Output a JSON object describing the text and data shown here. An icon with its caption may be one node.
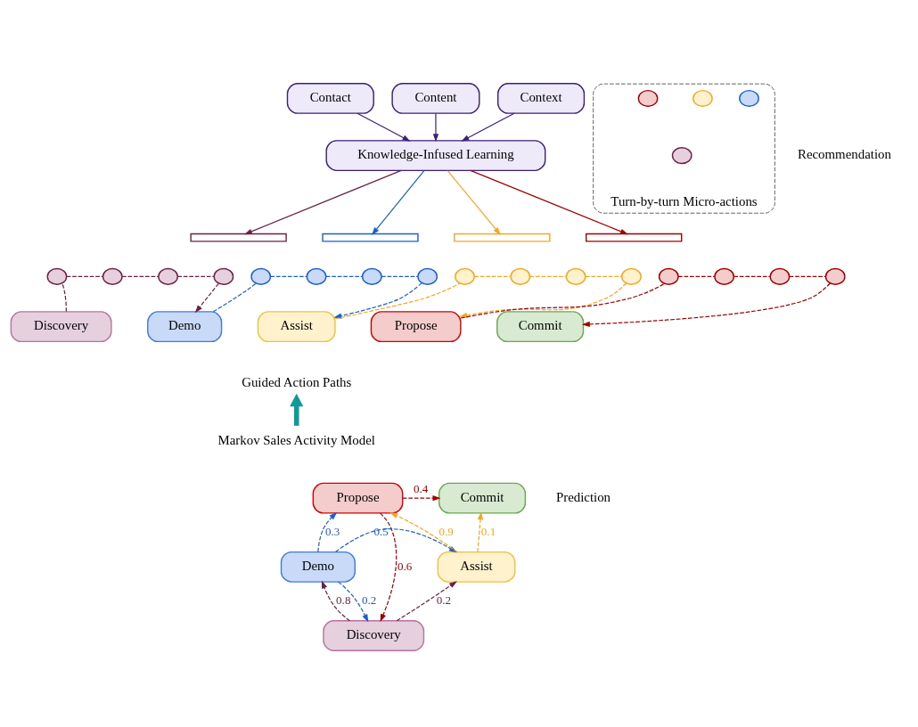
{
  "diagram": {
    "nodes": [
      {
        "text": [
          "Contact"
        ]
      },
      {
        "text": [
          "Content"
        ]
      },
      {
        "text": [
          "Context"
        ]
      },
      {
        "text": [
          "Knowledge-Infused Learning"
        ]
      },
      {
        "text": [
          "Turn-by-turn Micro-actions"
        ]
      },
      {
        "text": [],
        "shape": "circle",
        "in": 4
      },
      {
        "text": [],
        "shape": "circle",
        "in": 4
      },
      {
        "text": [],
        "shape": "circle",
        "in": 4
      },
      {
        "text": [],
        "shape": "circle",
        "in": 4
      },
      {
        "text": [],
        "shape": "bracket"
      },
      {
        "text": [],
        "shape": "bracket"
      },
      {
        "text": [],
        "shape": "bracket"
      },
      {
        "text": [],
        "shape": "bracket"
      },
      {
        "text": [],
        "shape": "circle"
      },
      {
        "text": [],
        "shape": "circle"
      },
      {
        "text": [],
        "shape": "circle"
      },
      {
        "text": [],
        "shape": "circle"
      },
      {
        "text": [],
        "shape": "circle"
      },
      {
        "text": [],
        "shape": "circle"
      },
      {
        "text": [],
        "shape": "circle"
      },
      {
        "text": [],
        "shape": "circle"
      },
      {
        "text": [],
        "shape": "circle"
      },
      {
        "text": [],
        "shape": "circle"
      },
      {
        "text": [],
        "shape": "circle"
      },
      {
        "text": [],
        "shape": "circle"
      },
      {
        "text": [],
        "shape": "circle"
      },
      {
        "text": [],
        "shape": "circle"
      },
      {
        "text": [],
        "shape": "circle"
      },
      {
        "text": [],
        "shape": "circle"
      },
      {
        "text": [
          "Discovery"
        ]
      },
      {
        "text": [
          "Demo"
        ]
      },
      {
        "text": [
          "Assist"
        ]
      },
      {
        "text": [
          "Propose"
        ]
      },
      {
        "text": [
          "Commit"
        ]
      },
      {
        "text": [
          "Guided Action Paths"
        ]
      },
      {
        "text": [
          "Markov Sales Activity Model"
        ]
      },
      {
        "text": [
          "Propose"
        ]
      },
      {
        "text": [
          "Commit"
        ]
      },
      {
        "text": [
          "Demo"
        ]
      },
      {
        "text": [
          "Assist"
        ]
      },
      {
        "text": [
          "Discovery"
        ]
      }
    ],
    "edges": [
      {
        "from": 0,
        "to": 3,
        "arrow": "to",
        "color": "#3b1f7a"
      },
      {
        "from": 1,
        "to": 3,
        "arrow": "to",
        "color": "#3b1f7a"
      },
      {
        "from": 2,
        "to": 3,
        "arrow": "to",
        "color": "#3b1f7a"
      },
      {
        "from": 3,
        "to": 9,
        "arrow": "to",
        "color": "#6d1f45"
      },
      {
        "from": 3,
        "to": 10,
        "arrow": "to",
        "color": "#1a5fd0"
      },
      {
        "from": 3,
        "to": 11,
        "arrow": "to",
        "color": "#f5a623"
      },
      {
        "from": 3,
        "to": 12,
        "arrow": "to",
        "color": "#a00000"
      },
      {
        "from": 29,
        "to": 13,
        "arrow": "none",
        "style": "dashed",
        "color": "#6d1f45"
      },
      {
        "from": 13,
        "to": 14,
        "arrow": "none",
        "style": "dashed",
        "color": "#6d1f45"
      },
      {
        "from": 14,
        "to": 15,
        "arrow": "none",
        "style": "dashed",
        "color": "#6d1f45"
      },
      {
        "from": 15,
        "to": 16,
        "arrow": "none",
        "style": "dashed",
        "color": "#6d1f45"
      },
      {
        "from": 16,
        "to": 30,
        "arrow": "to",
        "style": "dashed",
        "color": "#6d1f45"
      },
      {
        "from": 30,
        "to": 17,
        "arrow": "none",
        "style": "dashed",
        "color": "#1a5fd0"
      },
      {
        "from": 17,
        "to": 18,
        "arrow": "none",
        "style": "dashed",
        "color": "#1a5fd0"
      },
      {
        "from": 18,
        "to": 19,
        "arrow": "none",
        "style": "dashed",
        "color": "#1a5fd0"
      },
      {
        "from": 19,
        "to": 20,
        "arrow": "none",
        "style": "dashed",
        "color": "#1a5fd0"
      },
      {
        "from": 20,
        "to": 31,
        "arrow": "to",
        "style": "dashed",
        "color": "#1a5fd0"
      },
      {
        "from": 31,
        "to": 21,
        "arrow": "none",
        "style": "dashed",
        "color": "#f5a623"
      },
      {
        "from": 21,
        "to": 22,
        "arrow": "none",
        "style": "dashed",
        "color": "#f5a623"
      },
      {
        "from": 22,
        "to": 23,
        "arrow": "none",
        "style": "dashed",
        "color": "#f5a623"
      },
      {
        "from": 23,
        "to": 24,
        "arrow": "none",
        "style": "dashed",
        "color": "#f5a623"
      },
      {
        "from": 24,
        "to": 32,
        "arrow": "to",
        "style": "dashed",
        "color": "#f5a623"
      },
      {
        "from": 32,
        "to": 25,
        "arrow": "none",
        "style": "dashed",
        "color": "#a00000"
      },
      {
        "from": 25,
        "to": 26,
        "arrow": "none",
        "style": "dashed",
        "color": "#a00000"
      },
      {
        "from": 26,
        "to": 27,
        "arrow": "none",
        "style": "dashed",
        "color": "#a00000"
      },
      {
        "from": 27,
        "to": 28,
        "arrow": "none",
        "style": "dashed",
        "color": "#a00000"
      },
      {
        "from": 28,
        "to": 33,
        "arrow": "to",
        "style": "dashed",
        "color": "#a00000"
      },
      {
        "from": 35,
        "to": 34,
        "arrow": "to",
        "style": "thick",
        "color": "#0e9a9a"
      },
      {
        "from": 38,
        "to": 36,
        "label": "0.3",
        "arrow": "to",
        "style": "dashed",
        "color": "#1a5fd0"
      },
      {
        "from": 36,
        "to": 37,
        "label": "0.4",
        "arrow": "to",
        "style": "dashed",
        "color": "#a00000"
      },
      {
        "from": 36,
        "to": 40,
        "label": "0.6",
        "arrow": "to",
        "style": "dashed",
        "color": "#a00000"
      },
      {
        "from": 39,
        "to": 36,
        "label": "0.9",
        "arrow": "to",
        "style": "dashed",
        "color": "#f5a623"
      },
      {
        "from": 39,
        "to": 37,
        "label": "0.1",
        "arrow": "to",
        "style": "dashed",
        "color": "#f5a623"
      },
      {
        "from": 38,
        "to": 39,
        "label": "0.5",
        "arrow": "to",
        "style": "dashed",
        "color": "#1a5fd0"
      },
      {
        "from": 40,
        "to": 38,
        "label": "0.8",
        "arrow": "to",
        "style": "dashed",
        "color": "#6d1f45"
      },
      {
        "from": 38,
        "to": 40,
        "label": "0.2",
        "arrow": "to",
        "style": "dashed",
        "color": "#1a5fd0"
      },
      {
        "from": 40,
        "to": 39,
        "label": "0.2",
        "arrow": "to",
        "style": "dashed",
        "color": "#6d1f45"
      }
    ],
    "labels": [
      "Recommendation",
      "Prediction"
    ]
  }
}
